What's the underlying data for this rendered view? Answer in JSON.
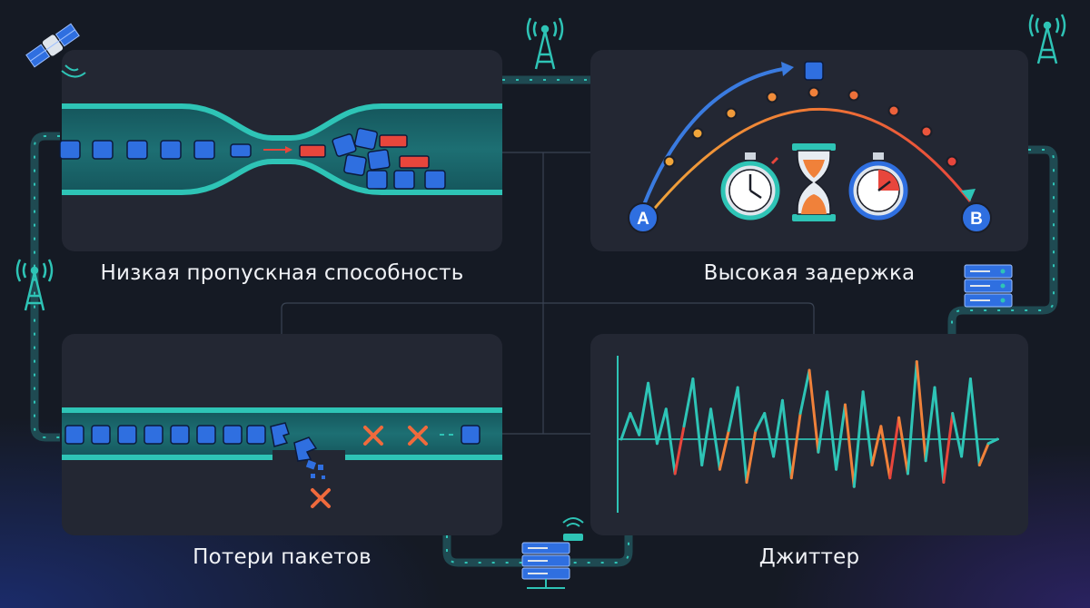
{
  "captions": {
    "bandwidth": "Низкая пропускная способность",
    "latency": "Высокая задержка",
    "loss": "Потери пакетов",
    "jitter": "Джиттер"
  },
  "endpoints": {
    "start": "A",
    "end": "B"
  },
  "colors": {
    "background": "#151a24",
    "panel": "#232733",
    "teal": "#2ec4b6",
    "packet_blue": "#2f6fe0",
    "packet_red": "#e8463c",
    "orange": "#f0813a",
    "cross": "#f06a3c"
  },
  "icons": [
    "satellite-icon",
    "cell-tower-icon",
    "server-rack-icon",
    "stopwatch-icon",
    "hourglass-icon",
    "timer-icon",
    "cross-icon"
  ],
  "jitter_signal": {
    "series": [
      {
        "name": "",
        "values": [
          0,
          0.3,
          0.05,
          0.65,
          -0.05,
          0.35,
          -0.4,
          0.15,
          0.7,
          -0.3,
          0.35,
          -0.35,
          0.1,
          0.6,
          -0.5,
          0.1,
          0.3,
          -0.2,
          0.45,
          -0.45,
          0.3,
          0.8,
          -0.15,
          0.55,
          -0.35,
          0.4,
          -0.55,
          0.55,
          -0.3,
          0.15,
          -0.45,
          0.25,
          -0.4,
          0.9,
          -0.25,
          0.6,
          -0.5,
          0.3,
          -0.2,
          0.7,
          -0.3,
          -0.05,
          0
        ]
      }
    ]
  }
}
